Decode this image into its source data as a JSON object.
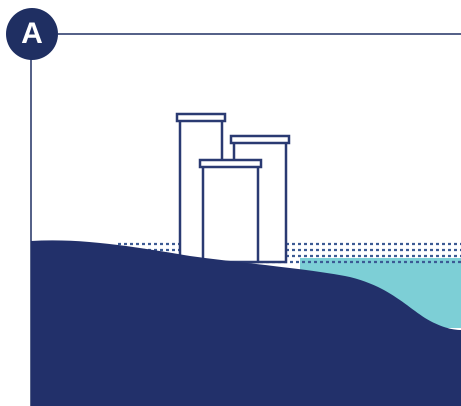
{
  "panel": {
    "label": "A"
  },
  "colors": {
    "land": "#22306a",
    "water": "#7dcfd6",
    "water_dots": "#2f4e8a",
    "frame": "#1f2f62",
    "building_stroke": "#2a3a72",
    "background": "#ffffff"
  },
  "elements": {
    "buildings": [
      "tall-building",
      "medium-building",
      "short-building"
    ]
  }
}
